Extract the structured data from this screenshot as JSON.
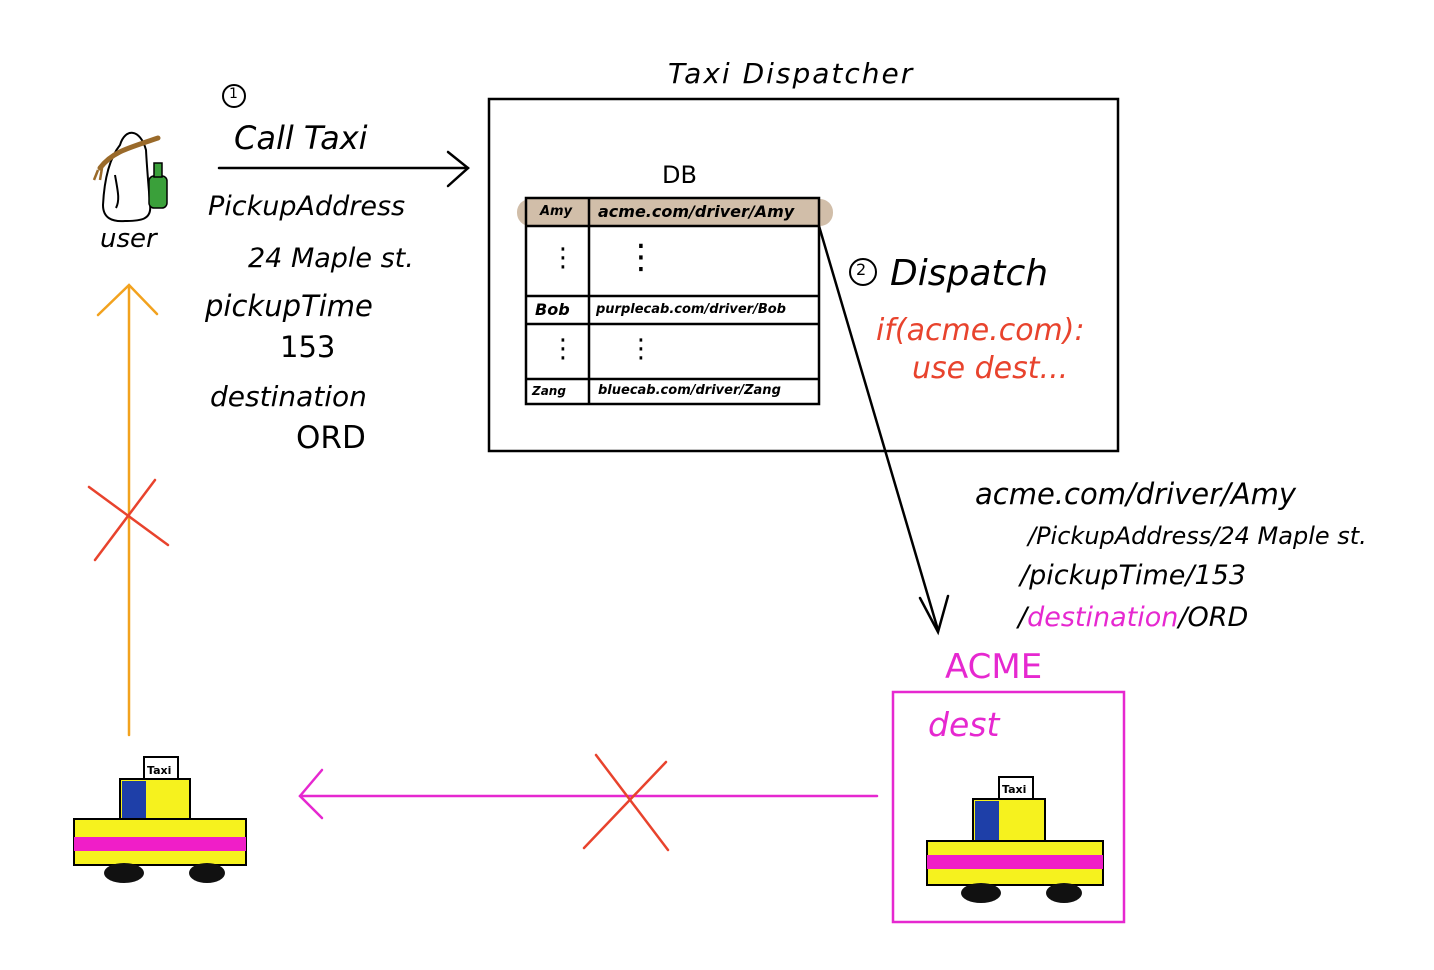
{
  "step1": {
    "number": "1",
    "label": "Call Taxi"
  },
  "user": {
    "label": "user",
    "icon": "user-icon"
  },
  "request": {
    "pickup_address_label": "PickupAddress",
    "pickup_address_value": "24 Maple st.",
    "pickup_time_label": "pickupTime",
    "pickup_time_value": "153",
    "destination_label": "destination",
    "destination_value": "ORD"
  },
  "dispatcher": {
    "title": "Taxi Dispatcher",
    "db_label": "DB",
    "rows": [
      {
        "name": "Amy",
        "url": "acme.com/driver/Amy"
      },
      {
        "name": "⋮",
        "url": "⋮"
      },
      {
        "name": "Bob",
        "url": "purplecab.com/driver/Bob"
      },
      {
        "name": "⋮",
        "url": "⋮"
      },
      {
        "name": "Zang",
        "url": "bluecab.com/driver/Zang"
      }
    ]
  },
  "step2": {
    "number": "2",
    "label": "Dispatch"
  },
  "code_note": {
    "line1": "if(acme.com):",
    "line2": "use dest..."
  },
  "url_path": {
    "line1": "acme.com/driver/Amy",
    "line2": "/PickupAddress/24 Maple st.",
    "line3": "/pickupTime/153",
    "line4_prefix": "/",
    "line4_highlight": "destination",
    "line4_suffix": "/ORD"
  },
  "acme": {
    "label": "ACME",
    "dest_label": "dest"
  },
  "taxi_sign": "Taxi",
  "colors": {
    "magenta": "#e628d0",
    "red": "#e8432d",
    "orange": "#f2a21e",
    "taxi_yellow": "#f6f21e",
    "taxi_blue": "#1e3fa8",
    "taxi_stripe": "#f01ec8",
    "db_highlight": "#c9b39a",
    "bottle_green": "#3aa03a",
    "headband_brown": "#9a6a2a"
  }
}
